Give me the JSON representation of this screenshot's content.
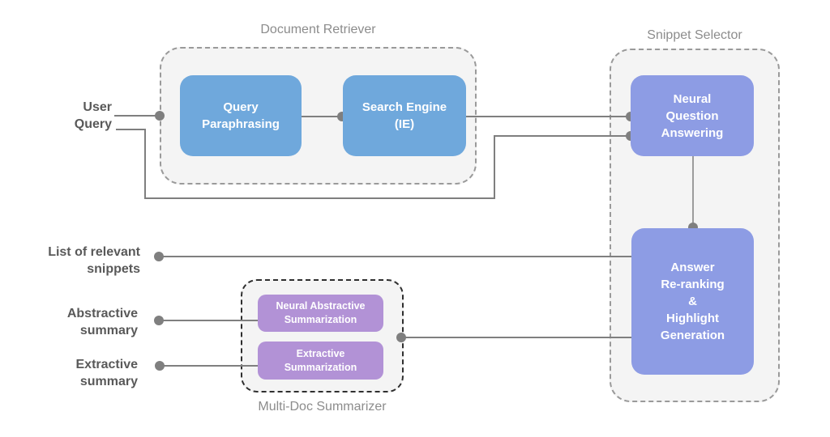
{
  "colors": {
    "box_blue": "#6fa8dc",
    "box_periwinkle": "#8d9ce4",
    "box_purple": "#b292d6",
    "group_background": "#f4f4f4",
    "group_border_gray": "#9a9a9a",
    "summarizer_border_dark": "#2f2f2f",
    "connector_gray": "#7f7f7f",
    "group_title_gray": "#8c8c8c",
    "side_label_gray": "#595959",
    "box_text": "#ffffff"
  },
  "groups": {
    "document_retriever": {
      "title": "Document Retriever",
      "boxes": {
        "query_paraphrasing": "Query\nParaphrasing",
        "search_engine": "Search Engine\n(IE)"
      }
    },
    "snippet_selector": {
      "title": "Snippet Selector",
      "boxes": {
        "neural_question_answering": "Neural\nQuestion\nAnswering",
        "answer_reranking": "Answer\nRe-ranking\n&\nHighlight\nGeneration"
      }
    },
    "multi_doc_summarizer": {
      "title": "Multi-Doc Summarizer",
      "boxes": {
        "neural_abstractive": "Neural Abstractive\nSummarization",
        "extractive": "Extractive\nSummarization"
      }
    }
  },
  "labels": {
    "user_query": "User\nQuery",
    "list_of_relevant_snippets": "List of relevant\nsnippets",
    "abstractive_summary": "Abstractive\nsummary",
    "extractive_summary": "Extractive\nsummary"
  }
}
